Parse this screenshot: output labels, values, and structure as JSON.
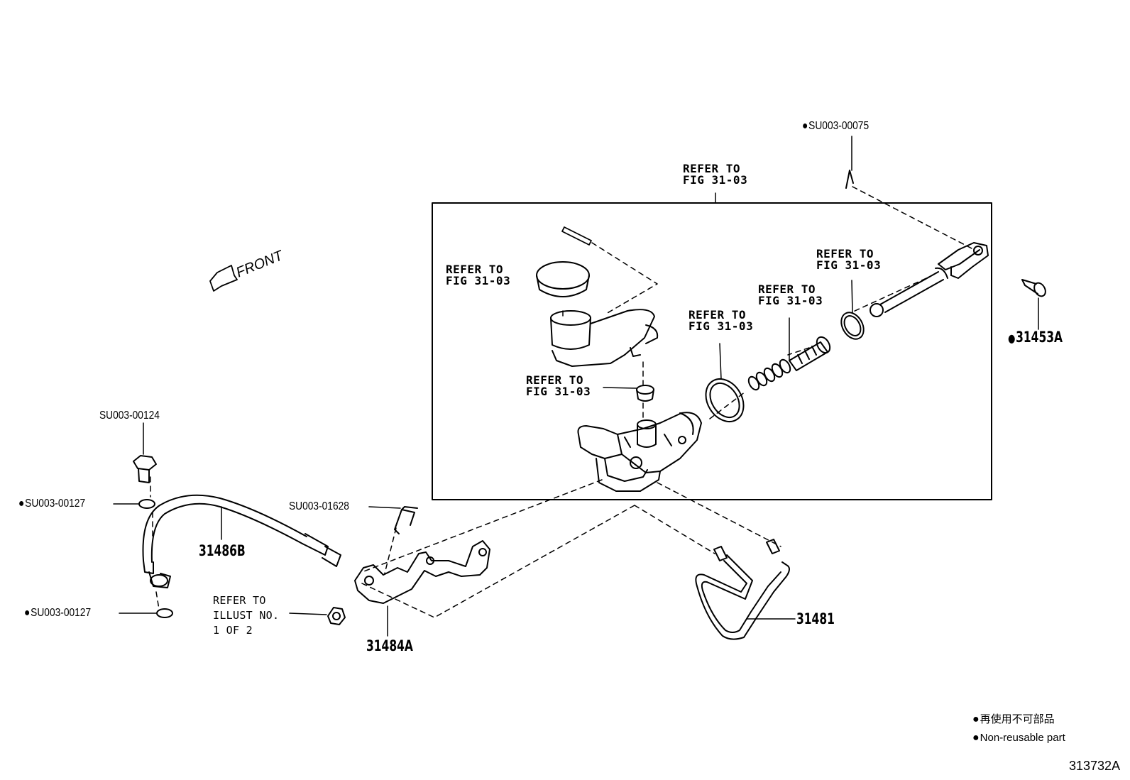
{
  "refer_fig": "REFER TO\nFIG 31-03",
  "refer_illust": "REFER TO\nILLUST NO.\n1 OF 2",
  "front_label": "FRONT",
  "parts": {
    "p31453A": "31453A",
    "p31486B": "31486B",
    "p31484A": "31484A",
    "p31481": "31481"
  },
  "fasteners": {
    "su00075": "SU003-00075",
    "su00124": "SU003-00124",
    "su00127": "SU003-00127",
    "su01628": "SU003-01628"
  },
  "legend": {
    "jp": "再使用不可部品",
    "en": "Non-reusable part"
  },
  "figure_id": "313732A"
}
